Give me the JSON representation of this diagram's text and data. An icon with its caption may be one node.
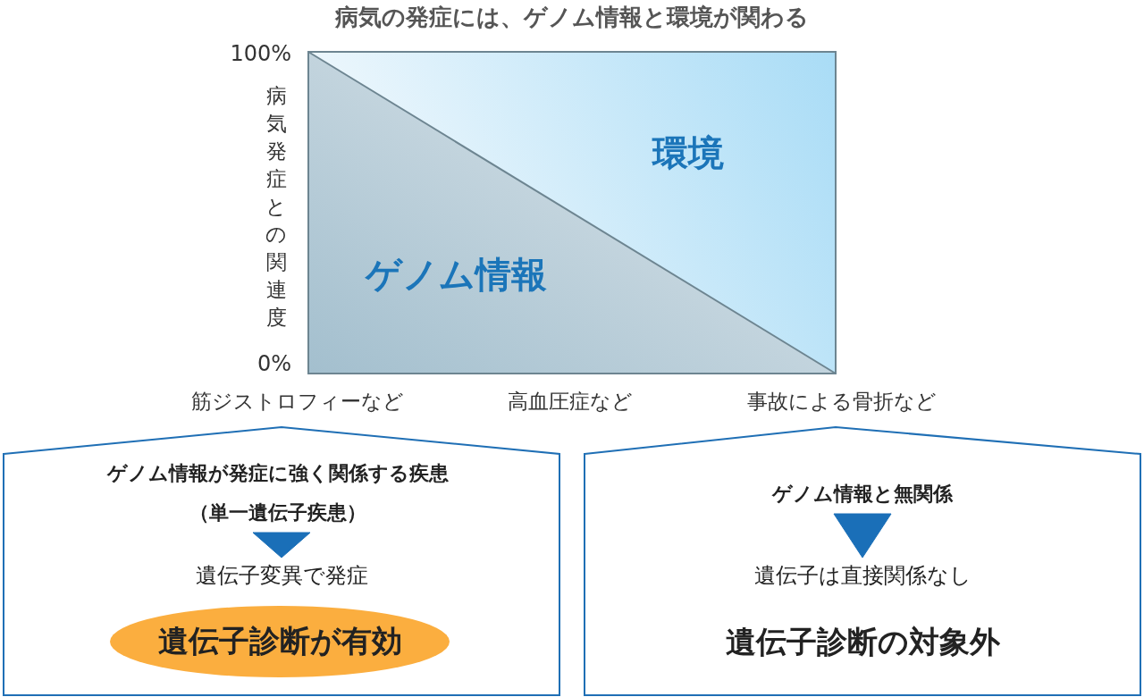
{
  "diagram": {
    "title": "病気の発症には、ゲノム情報と環境が関わる",
    "nodes": [
      {
        "text": [
          "ゲノム情報"
        ]
      },
      {
        "text": [
          "環境"
        ]
      },
      {
        "text": [],
        "shape": "box"
      },
      {
        "text": [
          "ゲノム情報が発症に強く関係する疾患（単一遺伝子疾患）"
        ],
        "in": 2
      },
      {
        "text": [
          "遺伝子変異で発症"
        ],
        "in": 2
      },
      {
        "text": [
          "遺伝子診断が有効"
        ],
        "in": 2
      },
      {
        "text": [],
        "shape": "box"
      },
      {
        "text": [
          "ゲノム情報と無関係"
        ],
        "in": 6
      },
      {
        "text": [
          "遺伝子は直接関係なし"
        ],
        "in": 6
      },
      {
        "text": [
          "遺伝子診断の対象外"
        ],
        "in": 6
      }
    ],
    "edges": [
      {
        "from": 3,
        "to": 4,
        "arrow": "to"
      },
      {
        "from": 7,
        "to": 8,
        "arrow": "to"
      }
    ],
    "labels": [
      "100%",
      "病気発症との関連度",
      "0%",
      "筋ジストロフィーなど",
      "高血圧症など",
      "事故による骨折など"
    ]
  }
}
